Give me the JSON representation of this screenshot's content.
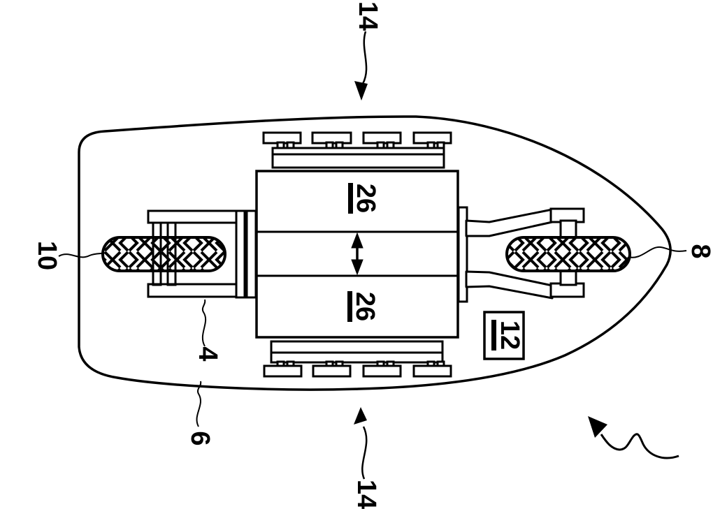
{
  "figure": {
    "background": "#ffffff",
    "line_color": "#000000",
    "reference_labels": {
      "ref_14_top": "14",
      "ref_14_bottom": "14",
      "ref_10": "10",
      "ref_8": "8",
      "ref_4": "4",
      "ref_6": "6",
      "ref_26_upper": "26",
      "ref_26_lower": "26",
      "ref_12": "12"
    }
  }
}
